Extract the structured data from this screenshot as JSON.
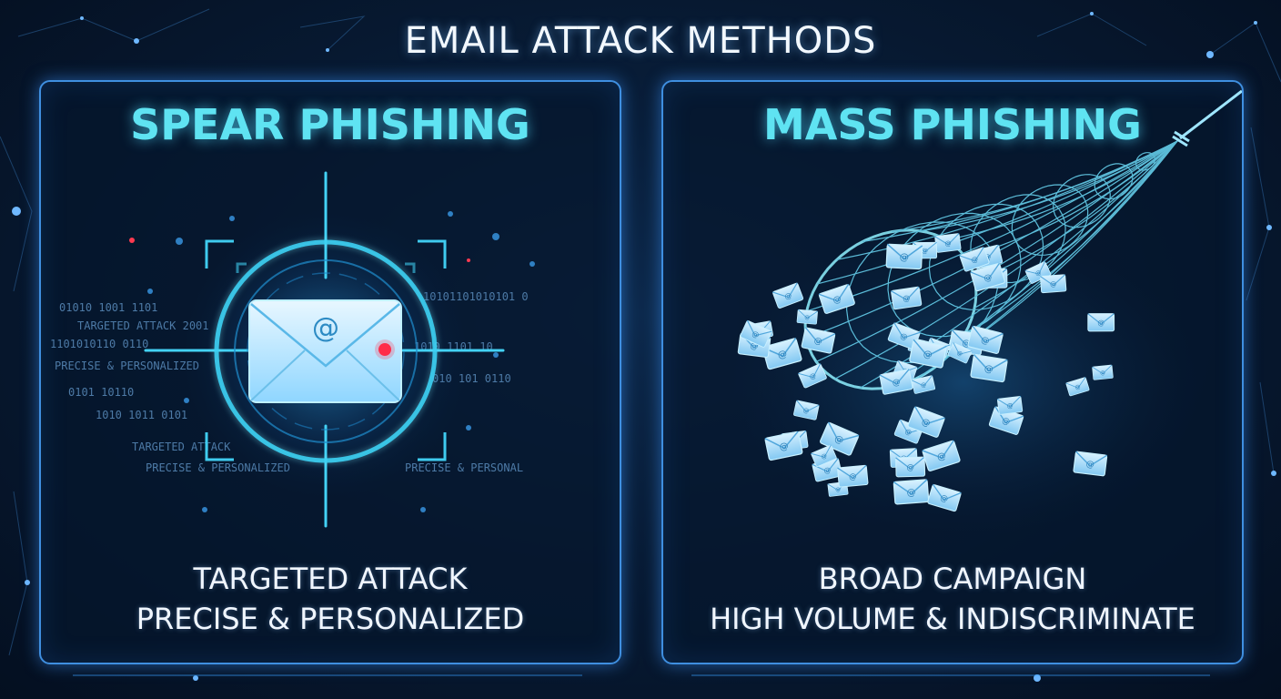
{
  "title": "EMAIL ATTACK METHODS",
  "panels": {
    "left": {
      "heading": "SPEAR PHISHING",
      "caption_line1": "TARGETED ATTACK",
      "caption_line2": "PRECISE & PERSONALIZED",
      "icon": "email-envelope-crosshair-icon"
    },
    "right": {
      "heading": "MASS PHISHING",
      "caption_line1": "BROAD CAMPAIGN",
      "caption_line2": "HIGH VOLUME & INDISCRIMINATE",
      "icon": "fishing-net-envelopes-icon"
    }
  },
  "colors": {
    "heading": "#5fe3f2",
    "panel_border": "#3f8fe0",
    "background": "#06162b",
    "alert_dot": "#ff2d4a"
  }
}
